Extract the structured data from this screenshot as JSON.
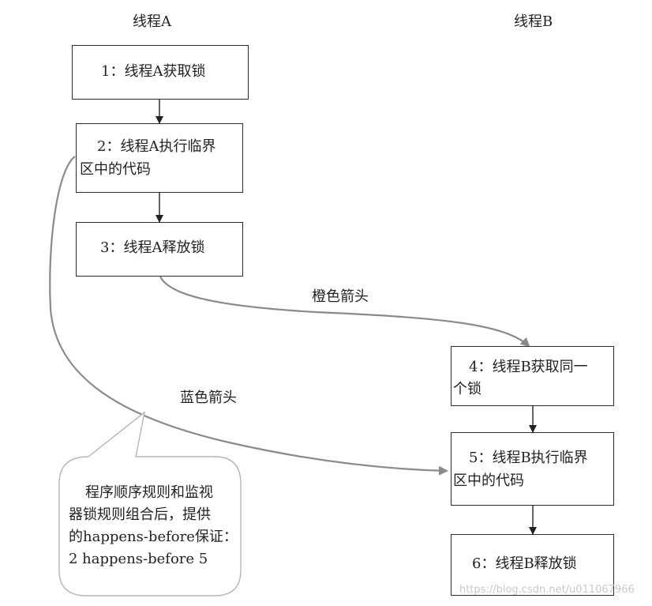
{
  "columns": {
    "a": "线程A",
    "b": "线程B"
  },
  "steps": {
    "s1": "1：线程A获取锁",
    "s2_line1": "2：线程A执行临界",
    "s2_line2": "区中的代码",
    "s3": "3：线程A释放锁",
    "s4_line1": "4：线程B获取同一",
    "s4_line2": "个锁",
    "s5_line1": "5：线程B执行临界",
    "s5_line2": "区中的代码",
    "s6": "6：线程B释放锁"
  },
  "arrows": {
    "orange": "橙色箭头",
    "blue": "蓝色箭头"
  },
  "callout": {
    "line1": "程序顺序规则和监视",
    "line2": "器锁规则组合后，提供",
    "line3": "的happens-before保证：",
    "line4": "2 happens-before 5"
  },
  "watermark": "https://blog.csdn.net/u011067966"
}
